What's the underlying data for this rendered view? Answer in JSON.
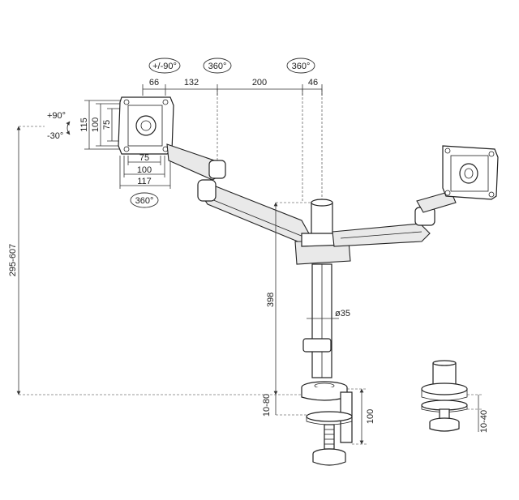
{
  "diagram": {
    "rotation_badges": {
      "tilt_swivel": "+/-90°",
      "joint_one": "360°",
      "joint_two": "360°",
      "plate": "360°"
    },
    "arm_dims": [
      "66",
      "132",
      "200",
      "46"
    ],
    "vesa": {
      "outer_h": "115",
      "mid_h": "100",
      "inner_h": "75",
      "inner_w": "75",
      "mid_w": "100",
      "outer_w": "117"
    },
    "tilt": {
      "up": "+90°",
      "down": "-30°"
    },
    "height_range": "295-607",
    "pole_height": "398",
    "pole_diameter": "ø35",
    "clamp_range": "10-80",
    "clamp_height": "100",
    "grommet_range": "10-40"
  }
}
